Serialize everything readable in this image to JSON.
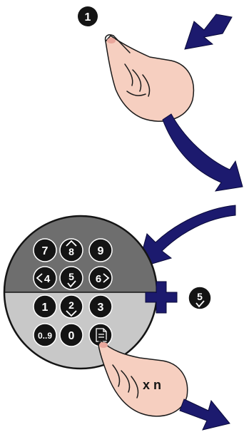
{
  "step": {
    "number": "1"
  },
  "keypad": {
    "rows": [
      [
        "7",
        "8",
        "9"
      ],
      [
        "4",
        "5",
        "6"
      ],
      [
        "1",
        "2",
        "3"
      ],
      [
        "0..9",
        "0",
        ""
      ]
    ]
  },
  "plus": {
    "key": "5"
  },
  "repeat": {
    "label": "x n"
  },
  "colors": {
    "arrow": "#1c1a6e",
    "keypad_top": "#6e6e6e",
    "keypad_bottom": "#c8c8c8",
    "key": "#141414",
    "skin": "#f6cfc0",
    "skin_shade": "#e9a79c"
  }
}
